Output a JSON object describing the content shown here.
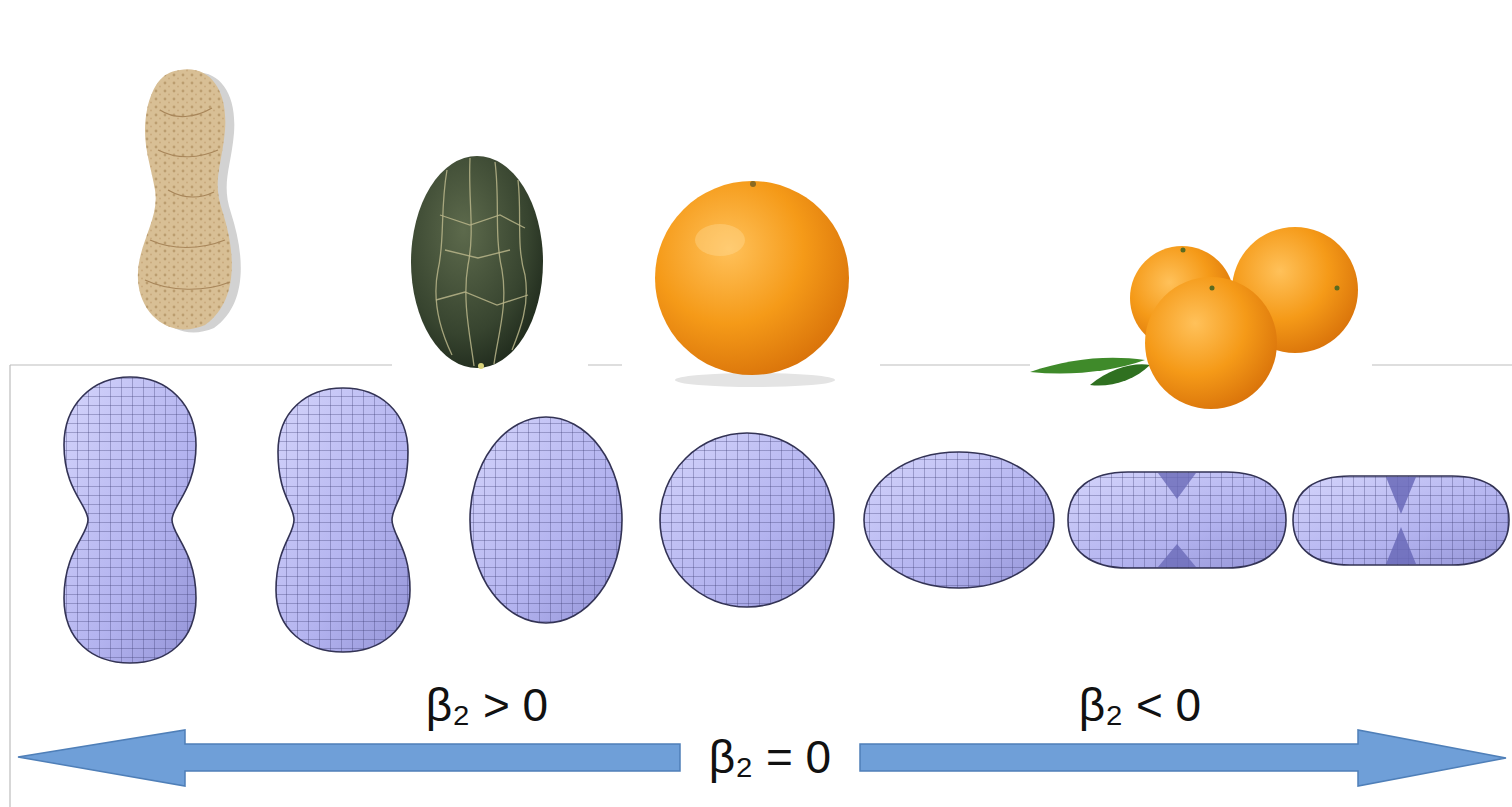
{
  "diagram": {
    "labels": [
      "β₂ > 0",
      "β₂ = 0",
      "β₂ < 0"
    ]
  }
}
